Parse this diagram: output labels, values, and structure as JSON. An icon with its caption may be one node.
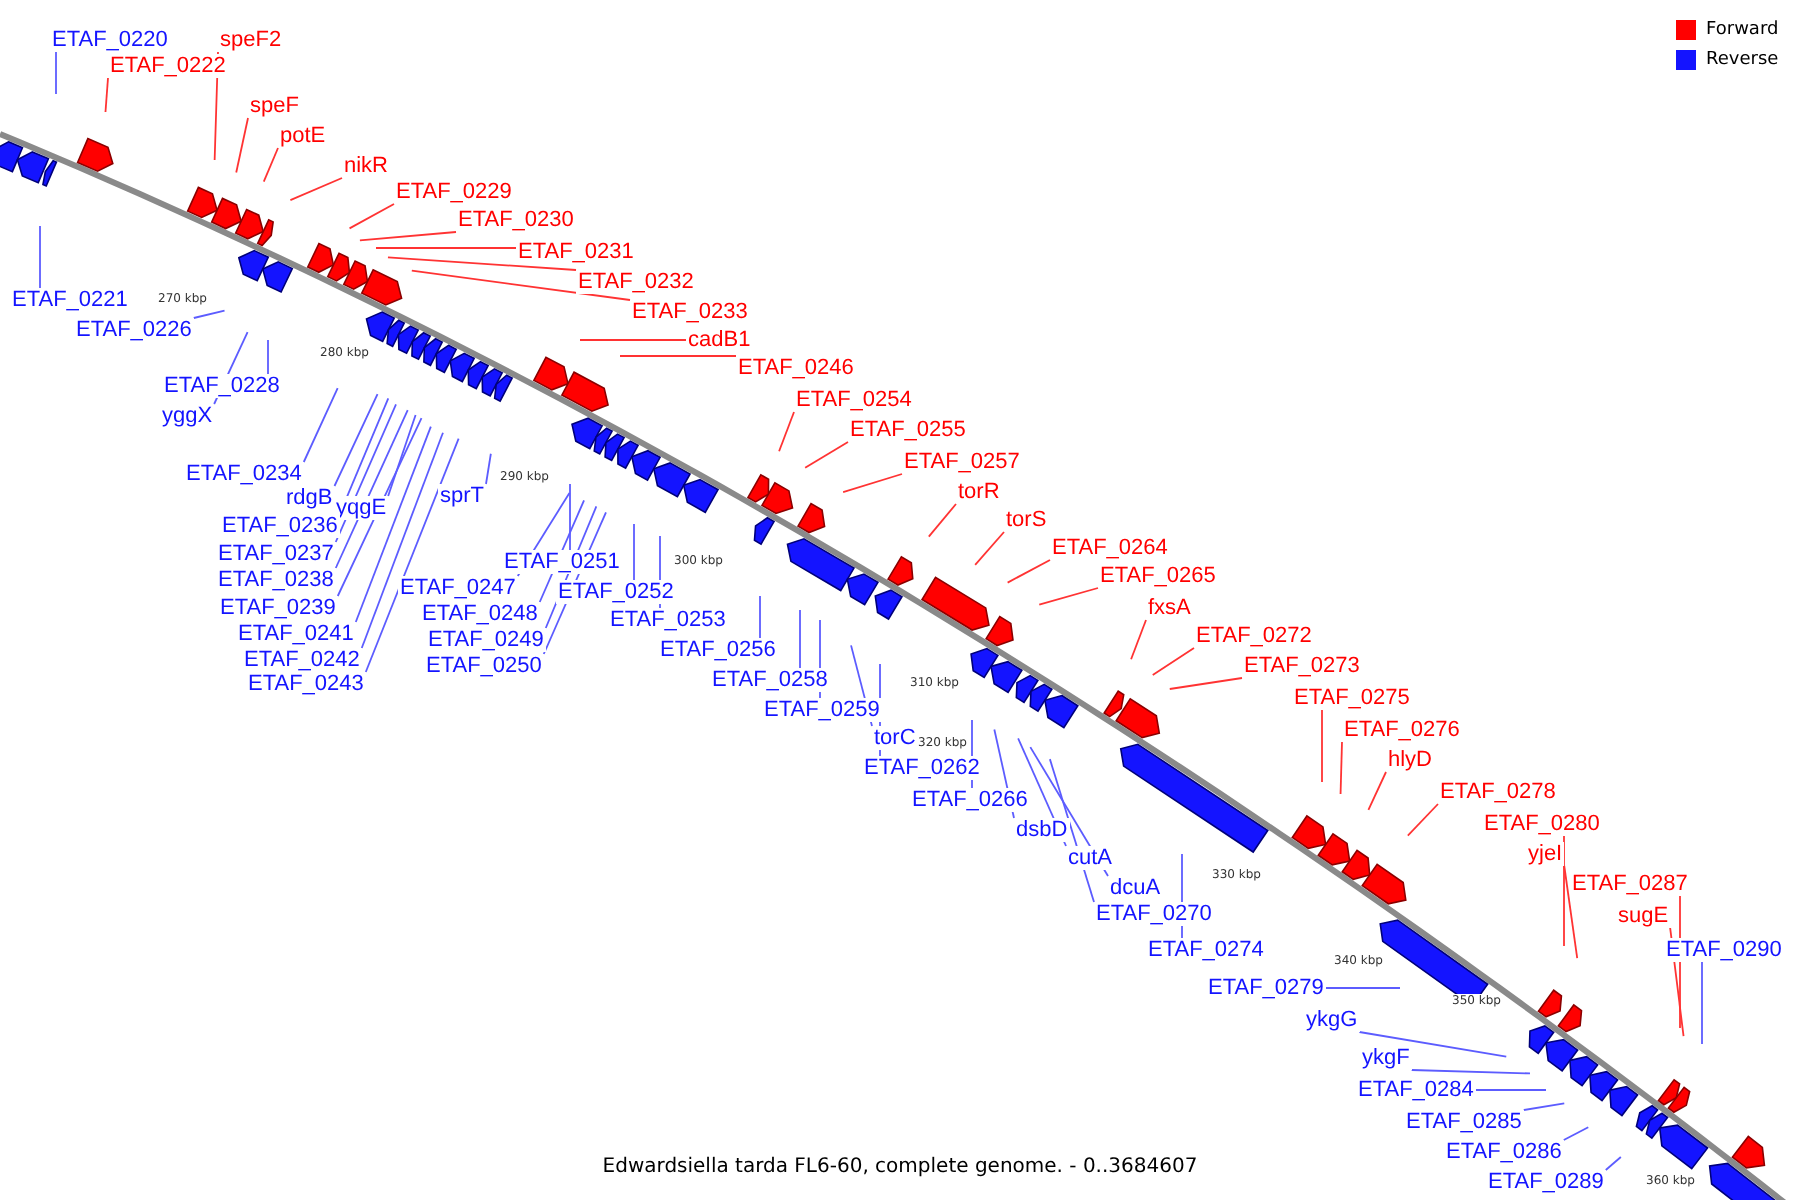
{
  "diagram": {
    "caption": "Edwardsiella tarda FL6-60, complete genome. - 0..3684607",
    "nodes": [
      {
        "text": [
          "ETAF_0220"
        ]
      },
      {
        "text": [
          "ETAF_0222"
        ]
      },
      {
        "text": [
          "speF2"
        ]
      },
      {
        "text": [
          "speF"
        ]
      },
      {
        "text": [
          "potE"
        ]
      },
      {
        "text": [
          "nikR"
        ]
      },
      {
        "text": [
          "ETAF_0229"
        ]
      },
      {
        "text": [
          "ETAF_0230"
        ]
      },
      {
        "text": [
          "ETAF_0231"
        ]
      },
      {
        "text": [
          "ETAF_0232"
        ]
      },
      {
        "text": [
          "ETAF_0233"
        ]
      },
      {
        "text": [
          "cadB1"
        ]
      },
      {
        "text": [
          "ETAF_0246"
        ]
      },
      {
        "text": [
          "ETAF_0221"
        ]
      },
      {
        "text": [
          "ETAF_0226"
        ]
      },
      {
        "text": [
          "ETAF_0228"
        ]
      },
      {
        "text": [
          "yggX"
        ]
      },
      {
        "text": [
          "ETAF_0234"
        ]
      },
      {
        "text": [
          "rdgB"
        ]
      },
      {
        "text": [
          "yqgE"
        ]
      },
      {
        "text": [
          "ETAF_0236"
        ]
      },
      {
        "text": [
          "ETAF_0237"
        ]
      },
      {
        "text": [
          "ETAF_0238"
        ]
      },
      {
        "text": [
          "ETAF_0239"
        ]
      },
      {
        "text": [
          "ETAF_0241"
        ]
      },
      {
        "text": [
          "ETAF_0242"
        ]
      },
      {
        "text": [
          "ETAF_0243"
        ]
      },
      {
        "text": [
          "sprT"
        ]
      },
      {
        "text": [
          "ETAF_0251"
        ]
      },
      {
        "text": [
          "ETAF_0247"
        ]
      },
      {
        "text": [
          "ETAF_0248"
        ]
      },
      {
        "text": [
          "ETAF_0249"
        ]
      },
      {
        "text": [
          "ETAF_0250"
        ]
      },
      {
        "text": [
          "ETAF_0252"
        ]
      },
      {
        "text": [
          "ETAF_0253"
        ]
      },
      {
        "text": [
          "ETAF_0256"
        ]
      },
      {
        "text": [
          "ETAF_0258"
        ]
      },
      {
        "text": [
          "ETAF_0259"
        ]
      },
      {
        "text": [
          "torC"
        ]
      },
      {
        "text": [
          "ETAF_0262"
        ]
      },
      {
        "text": [
          "ETAF_0254"
        ]
      },
      {
        "text": [
          "ETAF_0255"
        ]
      },
      {
        "text": [
          "ETAF_0257"
        ]
      },
      {
        "text": [
          "torR"
        ]
      },
      {
        "text": [
          "torS"
        ]
      },
      {
        "text": [
          "ETAF_0264"
        ]
      },
      {
        "text": [
          "ETAF_0265"
        ]
      },
      {
        "text": [
          "fxsA"
        ]
      },
      {
        "text": [
          "ETAF_0272"
        ]
      },
      {
        "text": [
          "ETAF_0273"
        ]
      },
      {
        "text": [
          "ETAF_0266"
        ]
      },
      {
        "text": [
          "dsbD"
        ]
      },
      {
        "text": [
          "cutA"
        ]
      },
      {
        "text": [
          "dcuA"
        ]
      },
      {
        "text": [
          "ETAF_0270"
        ]
      },
      {
        "text": [
          "ETAF_0274"
        ]
      },
      {
        "text": [
          "ETAF_0275"
        ]
      },
      {
        "text": [
          "ETAF_0276"
        ]
      },
      {
        "text": [
          "hlyD"
        ]
      },
      {
        "text": [
          "ETAF_0278"
        ]
      },
      {
        "text": [
          "ETAF_0280"
        ]
      },
      {
        "text": [
          "yjeI"
        ]
      },
      {
        "text": [
          "ETAF_0287"
        ]
      },
      {
        "text": [
          "sugE"
        ]
      },
      {
        "text": [
          "ETAF_0290"
        ]
      },
      {
        "text": [
          "ETAF_0279"
        ]
      },
      {
        "text": [
          "ykgG"
        ]
      },
      {
        "text": [
          "ykgF"
        ]
      },
      {
        "text": [
          "ETAF_0284"
        ]
      },
      {
        "text": [
          "ETAF_0285"
        ]
      },
      {
        "text": [
          "ETAF_0286"
        ]
      },
      {
        "text": [
          "ETAF_0289"
        ]
      }
    ],
    "edges": [
      {
        "from": 0,
        "to": null,
        "arrow": "none"
      },
      {
        "from": 1,
        "to": null,
        "arrow": "none",
        "color": "#ff3333"
      },
      {
        "from": 2,
        "to": null,
        "arrow": "none",
        "color": "#ff3333"
      },
      {
        "from": 3,
        "to": null,
        "arrow": "none",
        "color": "#ff3333"
      },
      {
        "from": 4,
        "to": null,
        "arrow": "none",
        "color": "#ff3333"
      },
      {
        "from": 5,
        "to": null,
        "arrow": "none",
        "color": "#ff3333"
      },
      {
        "from": 6,
        "to": null,
        "arrow": "none",
        "color": "#ff3333"
      },
      {
        "from": 7,
        "to": null,
        "arrow": "none",
        "color": "#ff3333"
      },
      {
        "from": 8,
        "to": null,
        "arrow": "none",
        "color": "#ff3333"
      },
      {
        "from": 9,
        "to": null,
        "arrow": "none",
        "color": "#ff3333"
      },
      {
        "from": 10,
        "to": null,
        "arrow": "none",
        "color": "#ff3333"
      },
      {
        "from": 11,
        "to": null,
        "arrow": "none",
        "color": "#ff3333"
      },
      {
        "from": 12,
        "to": null,
        "arrow": "none",
        "color": "#ff3333"
      },
      {
        "from": 13,
        "to": null,
        "arrow": "none"
      },
      {
        "from": 14,
        "to": null,
        "arrow": "none"
      },
      {
        "from": 15,
        "to": null,
        "arrow": "none"
      },
      {
        "from": 16,
        "to": null,
        "arrow": "none"
      },
      {
        "from": 17,
        "to": null,
        "arrow": "none"
      },
      {
        "from": 18,
        "to": null,
        "arrow": "none"
      },
      {
        "from": 19,
        "to": null,
        "arrow": "none"
      },
      {
        "from": 20,
        "to": null,
        "arrow": "none"
      },
      {
        "from": 21,
        "to": null,
        "arrow": "none"
      },
      {
        "from": 22,
        "to": null,
        "arrow": "none"
      },
      {
        "from": 23,
        "to": null,
        "arrow": "none"
      },
      {
        "from": 24,
        "to": null,
        "arrow": "none"
      },
      {
        "from": 25,
        "to": null,
        "arrow": "none"
      },
      {
        "from": 26,
        "to": null,
        "arrow": "none"
      },
      {
        "from": 27,
        "to": null,
        "arrow": "none"
      },
      {
        "from": 28,
        "to": null,
        "arrow": "none"
      },
      {
        "from": 29,
        "to": null,
        "arrow": "none"
      },
      {
        "from": 30,
        "to": null,
        "arrow": "none"
      },
      {
        "from": 31,
        "to": null,
        "arrow": "none"
      },
      {
        "from": 32,
        "to": null,
        "arrow": "none"
      },
      {
        "from": 33,
        "to": null,
        "arrow": "none"
      },
      {
        "from": 34,
        "to": null,
        "arrow": "none"
      },
      {
        "from": 35,
        "to": null,
        "arrow": "none"
      },
      {
        "from": 36,
        "to": null,
        "arrow": "none"
      },
      {
        "from": 37,
        "to": null,
        "arrow": "none"
      },
      {
        "from": 38,
        "to": null,
        "arrow": "none"
      },
      {
        "from": 39,
        "to": null,
        "arrow": "none"
      },
      {
        "from": 40,
        "to": null,
        "arrow": "none",
        "color": "#ff3333"
      },
      {
        "from": 41,
        "to": null,
        "arrow": "none",
        "color": "#ff3333"
      },
      {
        "from": 42,
        "to": null,
        "arrow": "none",
        "color": "#ff3333"
      },
      {
        "from": 43,
        "to": null,
        "arrow": "none",
        "color": "#ff3333"
      },
      {
        "from": 44,
        "to": null,
        "arrow": "none",
        "color": "#ff3333"
      },
      {
        "from": 45,
        "to": null,
        "arrow": "none",
        "color": "#ff3333"
      },
      {
        "from": 46,
        "to": null,
        "arrow": "none",
        "color": "#ff3333"
      },
      {
        "from": 47,
        "to": null,
        "arrow": "none",
        "color": "#ff3333"
      },
      {
        "from": 48,
        "to": null,
        "arrow": "none",
        "color": "#ff3333"
      },
      {
        "from": 49,
        "to": null,
        "arrow": "none",
        "color": "#ff3333"
      },
      {
        "from": 50,
        "to": null,
        "arrow": "none"
      },
      {
        "from": 51,
        "to": null,
        "arrow": "none"
      },
      {
        "from": 52,
        "to": null,
        "arrow": "none"
      },
      {
        "from": 53,
        "to": null,
        "arrow": "none"
      },
      {
        "from": 54,
        "to": null,
        "arrow": "none"
      },
      {
        "from": 55,
        "to": null,
        "arrow": "none"
      },
      {
        "from": 56,
        "to": null,
        "arrow": "none",
        "color": "#ff3333"
      },
      {
        "from": 57,
        "to": null,
        "arrow": "none",
        "color": "#ff3333"
      },
      {
        "from": 58,
        "to": null,
        "arrow": "none",
        "color": "#ff3333"
      },
      {
        "from": 59,
        "to": null,
        "arrow": "none",
        "color": "#ff3333"
      },
      {
        "from": 60,
        "to": null,
        "arrow": "none",
        "color": "#ff3333"
      },
      {
        "from": 61,
        "to": null,
        "arrow": "none",
        "color": "#ff3333"
      },
      {
        "from": 62,
        "to": null,
        "arrow": "none",
        "color": "#ff3333"
      },
      {
        "from": 63,
        "to": null,
        "arrow": "none",
        "color": "#ff3333"
      },
      {
        "from": 64,
        "to": null,
        "arrow": "none"
      },
      {
        "from": 65,
        "to": null,
        "arrow": "none"
      },
      {
        "from": 66,
        "to": null,
        "arrow": "none"
      },
      {
        "from": 67,
        "to": null,
        "arrow": "none"
      },
      {
        "from": 68,
        "to": null,
        "arrow": "none"
      },
      {
        "from": 69,
        "to": null,
        "arrow": "none"
      },
      {
        "from": 70,
        "to": null,
        "arrow": "none"
      },
      {
        "from": 71,
        "to": null,
        "arrow": "none"
      }
    ],
    "labels": [
      "270 kbp",
      "280 kbp",
      "290 kbp",
      "300 kbp",
      "310 kbp",
      "320 kbp",
      "330 kbp",
      "340 kbp",
      "350 kbp",
      "360 kbp"
    ],
    "legend": [
      {
        "text": "Forward",
        "color": "#ff0000"
      },
      {
        "text": "Reverse",
        "color": "#1414ff"
      }
    ]
  }
}
